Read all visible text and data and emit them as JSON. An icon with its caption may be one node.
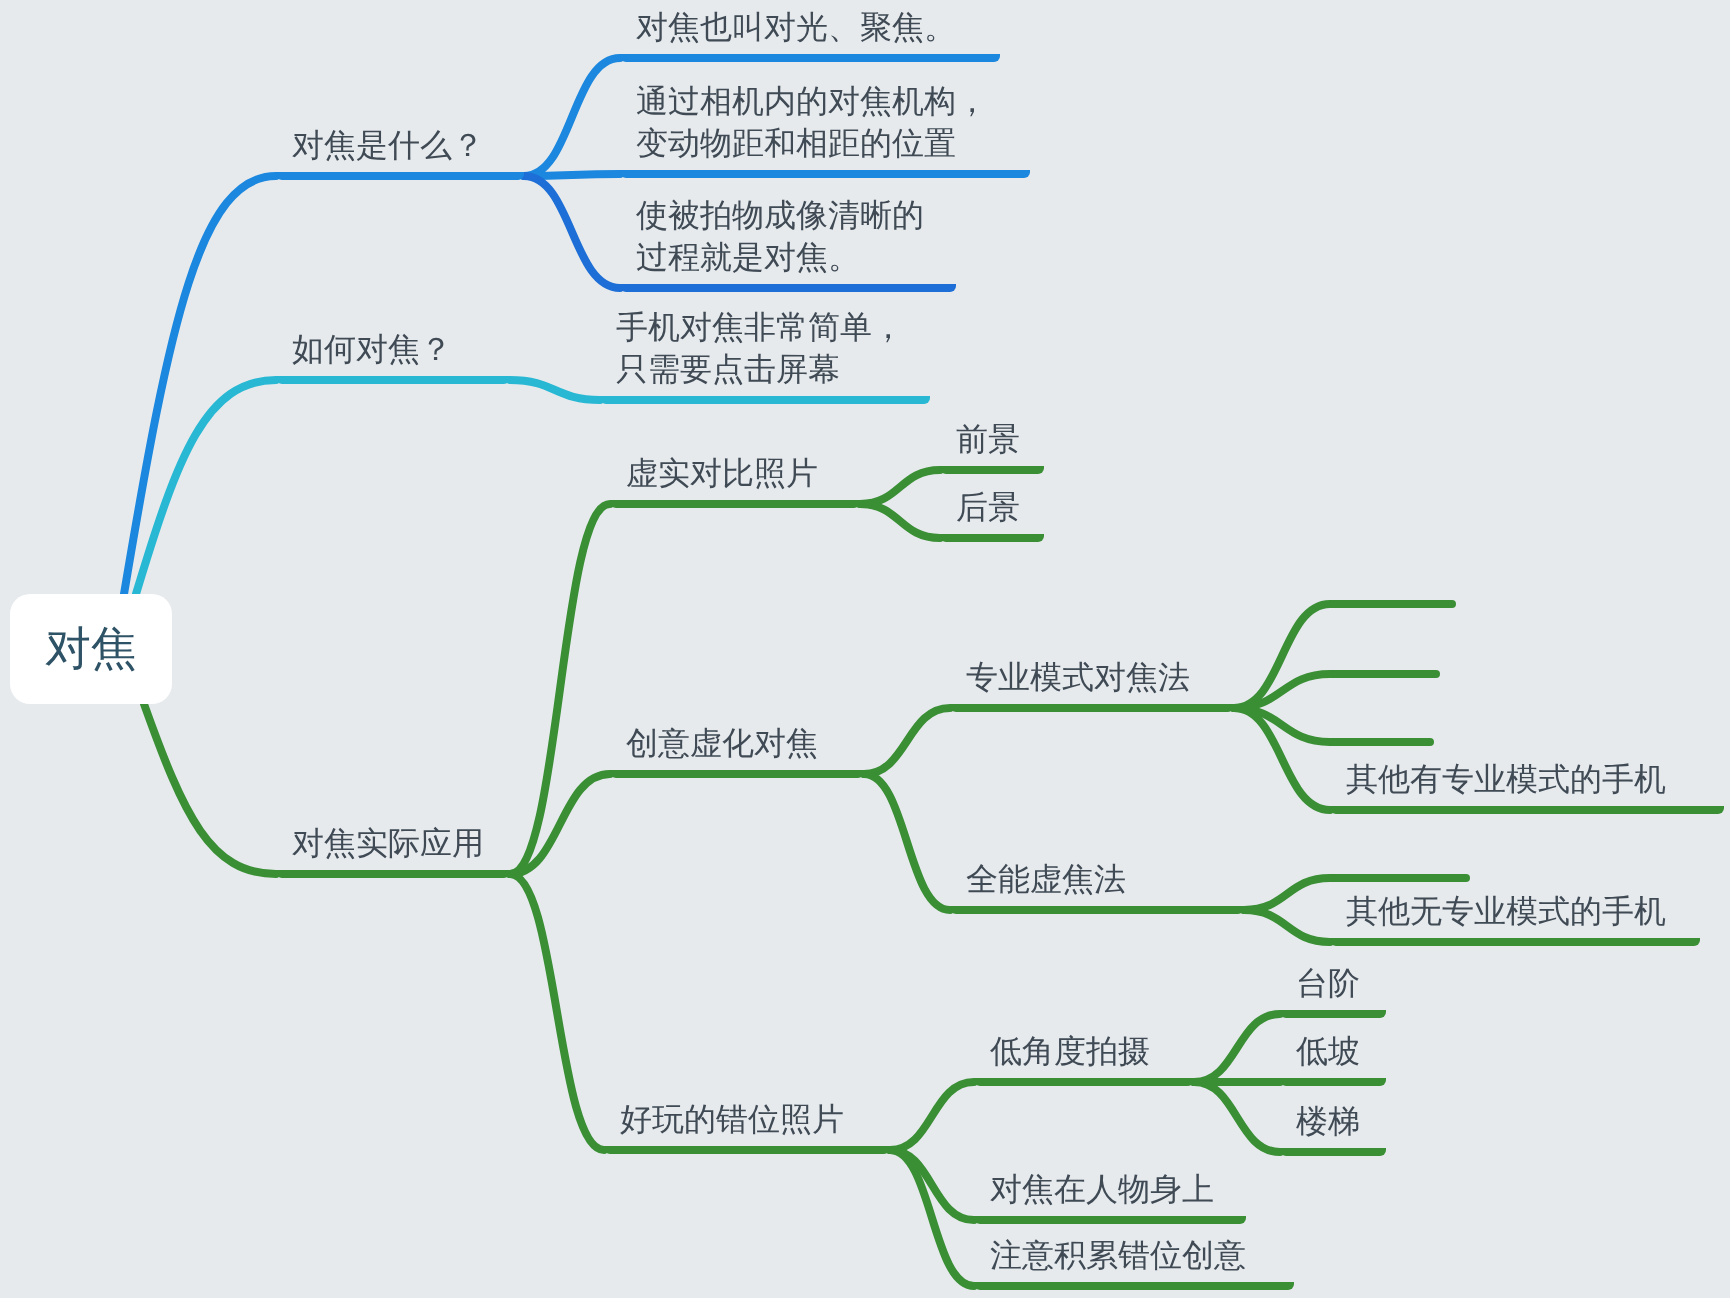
{
  "diagram": {
    "nodes": [
      {
        "text": [
          "对焦"
        ]
      },
      {
        "text": [
          "对焦是什么？"
        ]
      },
      {
        "text": [
          "对焦也叫对光、聚焦。"
        ]
      },
      {
        "text": [
          "通过相机内的对焦机构，变动物距和相距的位置"
        ]
      },
      {
        "text": [
          "使被拍物成像清晰的过程就是对焦。"
        ]
      },
      {
        "text": [
          "如何对焦？"
        ]
      },
      {
        "text": [
          "手机对焦非常简单，只需要点击屏幕"
        ]
      },
      {
        "text": [
          "对焦实际应用"
        ]
      },
      {
        "text": [
          "虚实对比照片"
        ]
      },
      {
        "text": [
          "前景"
        ]
      },
      {
        "text": [
          "后景"
        ]
      },
      {
        "text": [
          "创意虚化对焦"
        ]
      },
      {
        "text": [
          "专业模式对焦法"
        ]
      },
      {
        "text": [],
        "shape": "bar"
      },
      {
        "text": [],
        "shape": "bar"
      },
      {
        "text": [],
        "shape": "bar"
      },
      {
        "text": [
          "其他有专业模式的手机"
        ]
      },
      {
        "text": [
          "全能虚焦法"
        ]
      },
      {
        "text": [],
        "shape": "bar"
      },
      {
        "text": [
          "其他无专业模式的手机"
        ]
      },
      {
        "text": [
          "好玩的错位照片"
        ]
      },
      {
        "text": [
          "低角度拍摄"
        ]
      },
      {
        "text": [
          "台阶"
        ]
      },
      {
        "text": [
          "低坡"
        ]
      },
      {
        "text": [
          "楼梯"
        ]
      },
      {
        "text": [
          "对焦在人物身上"
        ]
      },
      {
        "text": [
          "注意积累错位创意"
        ]
      }
    ],
    "edges": [
      {
        "from": 0,
        "to": 1,
        "arrow": "none",
        "color": "#1b87de"
      },
      {
        "from": 0,
        "to": 5,
        "arrow": "none",
        "color": "#29b8d3"
      },
      {
        "from": 0,
        "to": 7,
        "arrow": "none"
      },
      {
        "from": 1,
        "to": 2,
        "arrow": "none",
        "color": "#1b87de"
      },
      {
        "from": 1,
        "to": 3,
        "arrow": "none",
        "color": "#1b87de"
      },
      {
        "from": 1,
        "to": 4,
        "arrow": "none",
        "color": "#1d6fd7"
      },
      {
        "from": 5,
        "to": 6,
        "arrow": "none",
        "color": "#29b8d3"
      },
      {
        "from": 7,
        "to": 8,
        "arrow": "none"
      },
      {
        "from": 7,
        "to": 11,
        "arrow": "none"
      },
      {
        "from": 7,
        "to": 20,
        "arrow": "none"
      },
      {
        "from": 8,
        "to": 9,
        "arrow": "none"
      },
      {
        "from": 8,
        "to": 10,
        "arrow": "none"
      },
      {
        "from": 11,
        "to": 12,
        "arrow": "none"
      },
      {
        "from": 11,
        "to": 17,
        "arrow": "none"
      },
      {
        "from": 12,
        "to": 13,
        "arrow": "none"
      },
      {
        "from": 12,
        "to": 14,
        "arrow": "none"
      },
      {
        "from": 12,
        "to": 15,
        "arrow": "none"
      },
      {
        "from": 12,
        "to": 16,
        "arrow": "none"
      },
      {
        "from": 17,
        "to": 18,
        "arrow": "none"
      },
      {
        "from": 17,
        "to": 19,
        "arrow": "none"
      },
      {
        "from": 20,
        "to": 21,
        "arrow": "none"
      },
      {
        "from": 20,
        "to": 25,
        "arrow": "none"
      },
      {
        "from": 20,
        "to": 26,
        "arrow": "none"
      },
      {
        "from": 21,
        "to": 22,
        "arrow": "none"
      },
      {
        "from": 21,
        "to": 23,
        "arrow": "none"
      },
      {
        "from": 21,
        "to": 24,
        "arrow": "none"
      }
    ]
  }
}
